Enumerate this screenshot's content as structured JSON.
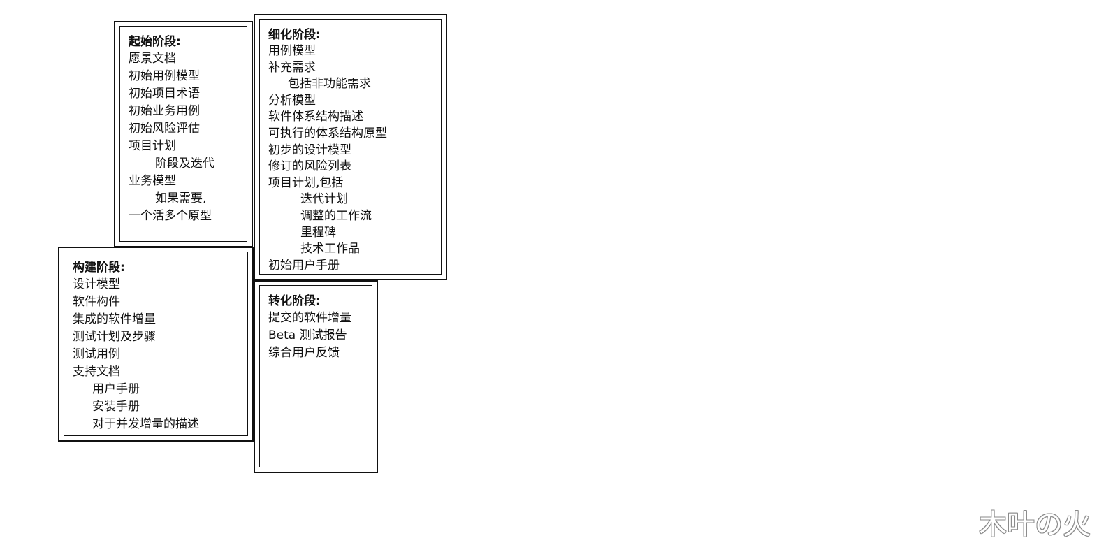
{
  "inception": {
    "title": "起始阶段:",
    "items": [
      {
        "text": "愿景文档",
        "level": 0
      },
      {
        "text": "初始用例模型",
        "level": 0
      },
      {
        "text": "初始项目术语",
        "level": 0
      },
      {
        "text": "初始业务用例",
        "level": 0
      },
      {
        "text": "初始风险评估",
        "level": 0
      },
      {
        "text": "项目计划",
        "level": 0
      },
      {
        "text": "阶段及迭代",
        "level": 2
      },
      {
        "text": "业务模型",
        "level": 0
      },
      {
        "text": "如果需要,",
        "level": 2
      },
      {
        "text": "一个活多个原型",
        "level": 0
      }
    ]
  },
  "elaboration": {
    "title": "细化阶段:",
    "items": [
      {
        "text": "用例模型",
        "level": 0
      },
      {
        "text": "补充需求",
        "level": 0
      },
      {
        "text": "包括非功能需求",
        "level": 1
      },
      {
        "text": "分析模型",
        "level": 0
      },
      {
        "text": "软件体系结构描述",
        "level": 0
      },
      {
        "text": "可执行的体系结构原型",
        "level": 0
      },
      {
        "text": "初步的设计模型",
        "level": 0
      },
      {
        "text": "修订的风险列表",
        "level": 0
      },
      {
        "text": "项目计划,包括",
        "level": 0
      },
      {
        "text": "迭代计划",
        "level": 3
      },
      {
        "text": "调整的工作流",
        "level": 3
      },
      {
        "text": "里程碑",
        "level": 3
      },
      {
        "text": "技术工作品",
        "level": 3
      },
      {
        "text": "初始用户手册",
        "level": 0
      }
    ]
  },
  "construction": {
    "title": "构建阶段:",
    "items": [
      {
        "text": "设计模型",
        "level": 0
      },
      {
        "text": "软件构件",
        "level": 0
      },
      {
        "text": "集成的软件增量",
        "level": 0
      },
      {
        "text": "测试计划及步骤",
        "level": 0
      },
      {
        "text": "测试用例",
        "level": 0
      },
      {
        "text": "支持文档",
        "level": 0
      },
      {
        "text": "用户手册",
        "level": 1
      },
      {
        "text": "安装手册",
        "level": 1
      },
      {
        "text": "对于并发增量的描述",
        "level": 1
      }
    ]
  },
  "transition": {
    "title": "转化阶段:",
    "items": [
      {
        "text": "提交的软件增量",
        "level": 0
      },
      {
        "text": "Beta 测试报告",
        "level": 0
      },
      {
        "text": "综合用户反馈",
        "level": 0
      }
    ]
  },
  "watermark": "木叶の火"
}
